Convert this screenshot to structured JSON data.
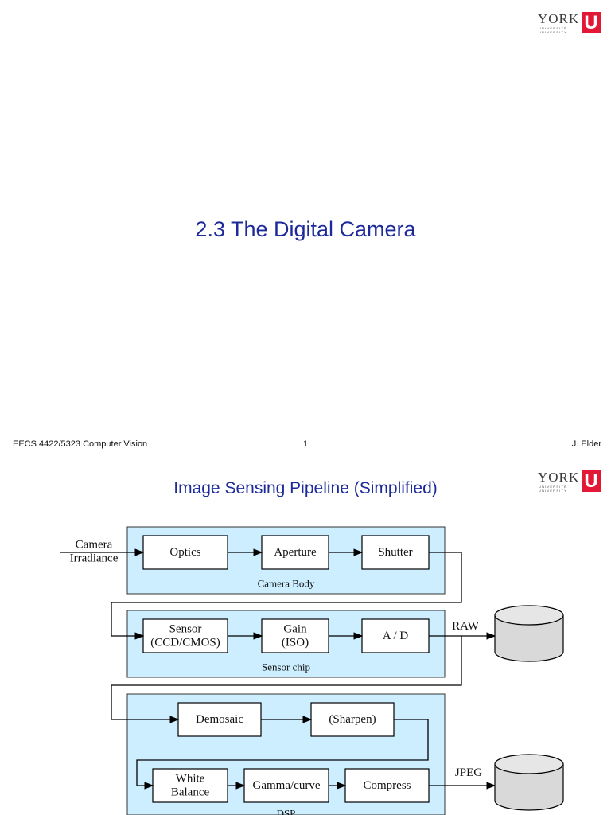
{
  "slide1": {
    "logo": {
      "wordmark": "YORK",
      "line1": "UNIVERSITÉ",
      "line2": "UNIVERSITY",
      "mark": "U"
    },
    "title": "2.3 The Digital Camera",
    "footer": {
      "course": "EECS 4422/5323 Computer Vision",
      "page": "1",
      "author": "J. Elder"
    }
  },
  "slide2": {
    "logo": {
      "wordmark": "YORK",
      "line1": "UNIVERSITÉ",
      "line2": "UNIVERSITY",
      "mark": "U"
    },
    "title": "Image Sensing Pipeline (Simplified)",
    "diagram": {
      "input_label": [
        "Camera",
        "Irradiance"
      ],
      "groups": [
        {
          "id": "camera-body",
          "label": "Camera Body",
          "fill": "#cceeff"
        },
        {
          "id": "sensor-chip",
          "label": "Sensor chip",
          "fill": "#cceeff"
        },
        {
          "id": "dsp",
          "label": "DSP",
          "fill": "#cceeff"
        }
      ],
      "blocks": [
        {
          "id": "optics",
          "label": [
            "Optics"
          ]
        },
        {
          "id": "aperture",
          "label": [
            "Aperture"
          ]
        },
        {
          "id": "shutter",
          "label": [
            "Shutter"
          ]
        },
        {
          "id": "sensor",
          "label": [
            "Sensor",
            "(CCD/CMOS)"
          ]
        },
        {
          "id": "gain",
          "label": [
            "Gain",
            "(ISO)"
          ]
        },
        {
          "id": "ad",
          "label": [
            "A / D"
          ]
        },
        {
          "id": "demosaic",
          "label": [
            "Demosaic"
          ]
        },
        {
          "id": "sharpen",
          "label": [
            "(Sharpen)"
          ]
        },
        {
          "id": "white-balance",
          "label": [
            "White",
            "Balance"
          ]
        },
        {
          "id": "gamma-curve",
          "label": [
            "Gamma/curve"
          ]
        },
        {
          "id": "compress",
          "label": [
            "Compress"
          ]
        }
      ],
      "outputs": [
        {
          "id": "raw",
          "label": "RAW"
        },
        {
          "id": "jpeg",
          "label": "JPEG"
        }
      ]
    }
  }
}
